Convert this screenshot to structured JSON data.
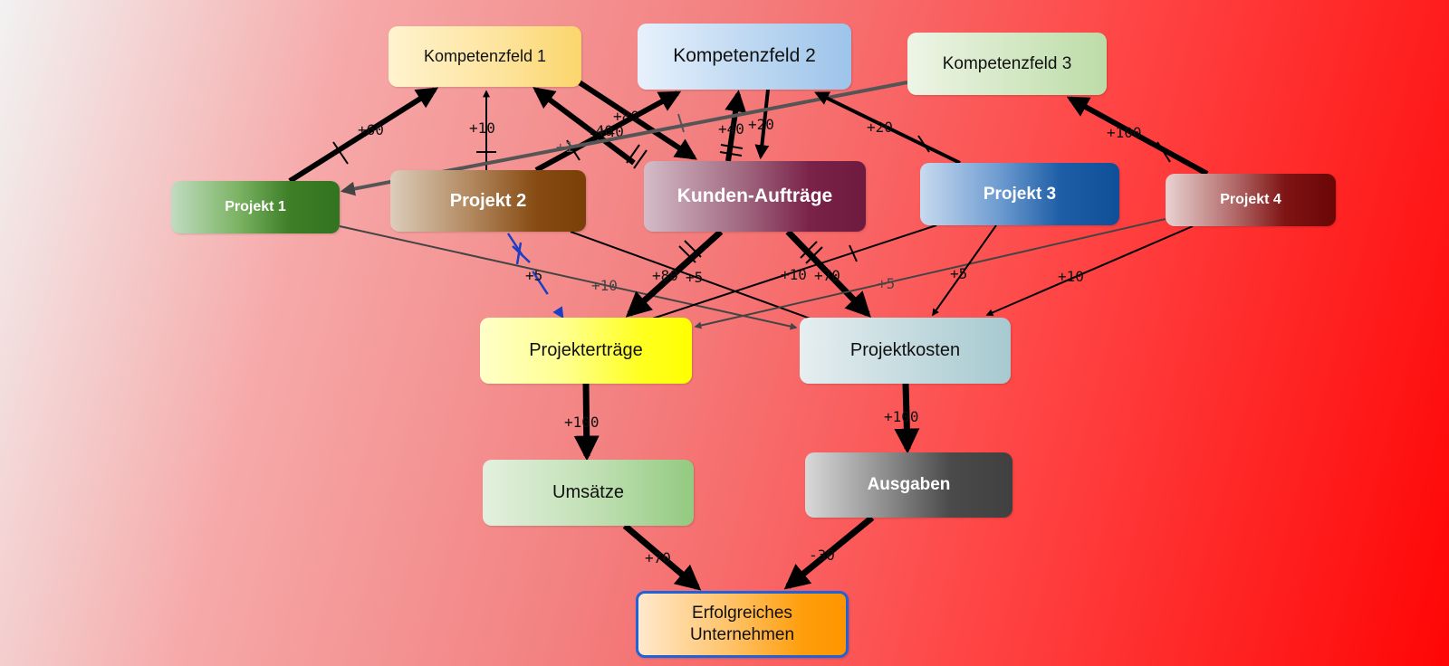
{
  "nodes": {
    "kf1": "Kompetenzfeld 1",
    "kf2": "Kompetenzfeld 2",
    "kf3": "Kompetenzfeld 3",
    "p1": "Projekt 1",
    "p2": "Projekt 2",
    "ka": "Kunden-Aufträge",
    "p3": "Projekt 3",
    "p4": "Projekt 4",
    "pe": "Projekterträge",
    "pk": "Projektkosten",
    "um": "Umsätze",
    "au": "Ausgaben",
    "eu": "Erfolgreiches\nUnternehmen"
  },
  "edges": [
    {
      "from": "p1",
      "to": "kf1",
      "label": "+60"
    },
    {
      "from": "p2",
      "to": "kf1",
      "label": "+10"
    },
    {
      "from": "ka",
      "to": "kf1",
      "label": "+40"
    },
    {
      "from": "kf1",
      "to": "ka",
      "label": "+80"
    },
    {
      "from": "p2",
      "to": "kf2",
      "label": "+40"
    },
    {
      "from": "ka",
      "to": "kf2",
      "label": "+40"
    },
    {
      "from": "kf2",
      "to": "ka",
      "label": "+20"
    },
    {
      "from": "kf3",
      "to": "p1",
      "label": "+1"
    },
    {
      "from": "p3",
      "to": "kf2",
      "label": "+20"
    },
    {
      "from": "p4",
      "to": "kf3",
      "label": "+100"
    },
    {
      "from": "p2",
      "to": "pe",
      "label": "+5"
    },
    {
      "from": "p1",
      "to": "pk",
      "label": "+10"
    },
    {
      "from": "p2",
      "to": "pk",
      "label": "+5"
    },
    {
      "from": "ka",
      "to": "pe",
      "label": "+80"
    },
    {
      "from": "ka",
      "to": "pk",
      "label": "+70"
    },
    {
      "from": "p3",
      "to": "pe",
      "label": "+10"
    },
    {
      "from": "p4",
      "to": "pe",
      "label": "+5"
    },
    {
      "from": "p3",
      "to": "pk",
      "label": "+5"
    },
    {
      "from": "p4",
      "to": "pk",
      "label": "+10"
    },
    {
      "from": "pe",
      "to": "um",
      "label": "+100"
    },
    {
      "from": "pk",
      "to": "au",
      "label": "+100"
    },
    {
      "from": "um",
      "to": "eu",
      "label": "+70"
    },
    {
      "from": "au",
      "to": "eu",
      "label": "-30"
    }
  ],
  "colors": {
    "edge_default": "#000000",
    "edge_grey": "#444444",
    "edge_highlight": "#1b3fc4",
    "goal_border": "#1e63d8"
  }
}
